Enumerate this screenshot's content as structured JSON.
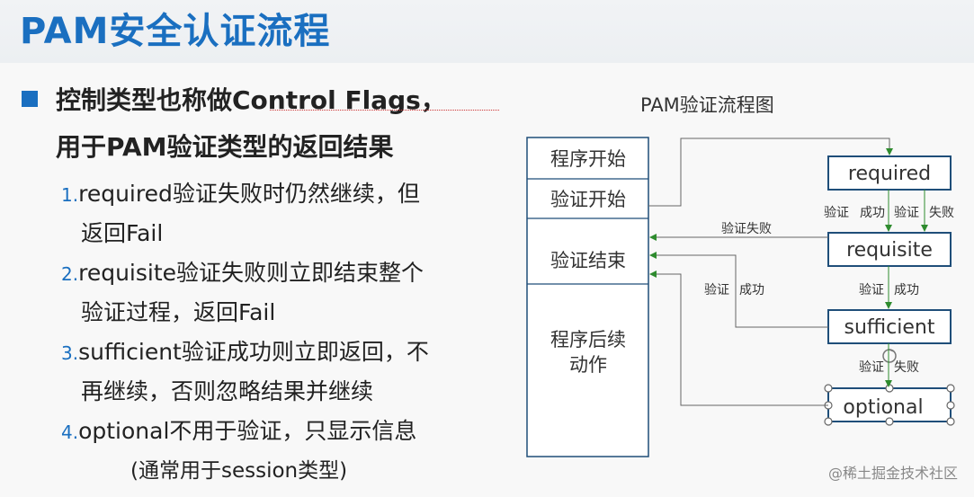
{
  "slide": {
    "title": "PAM安全认证流程",
    "heading_line1": "控制类型也称做Control Flags，",
    "heading_line2": "用于PAM验证类型的返回结果",
    "items": [
      {
        "num": "1.",
        "line1": "required验证失败时仍然继续，但",
        "line2": "返回Fail"
      },
      {
        "num": "2.",
        "line1": "requisite验证失败则立即结束整个",
        "line2": "验证过程，返回Fail"
      },
      {
        "num": "3.",
        "line1": "sufficient验证成功则立即返回，不",
        "line2": "再继续，否则忽略结果并继续"
      },
      {
        "num": "4.",
        "line1": "optional不用于验证，只显示信息",
        "line2": "(通常用于session类型)"
      }
    ]
  },
  "diagram": {
    "title": "PAM验证流程图",
    "left_cells": [
      "程序开始",
      "验证开始",
      "验证结束",
      "程序后续",
      "动作"
    ],
    "modules": [
      "required",
      "requisite",
      "sufficient",
      "optional"
    ],
    "labels": {
      "fail_left": "验证失败",
      "required_yan1": "验证",
      "required_success": "成功",
      "required_yan2": "验证",
      "required_fail": "失败",
      "requisite_yan": "验证",
      "requisite_success": "成功",
      "success_left_yan": "验证",
      "success_left": "成功",
      "sufficient_yan": "验证",
      "sufficient_fail": "失败"
    },
    "colors": {
      "box_border": "#1f4e79",
      "arrow": "#2e8b2e",
      "line": "#666666"
    }
  },
  "watermark": "@稀土掘金技术社区"
}
